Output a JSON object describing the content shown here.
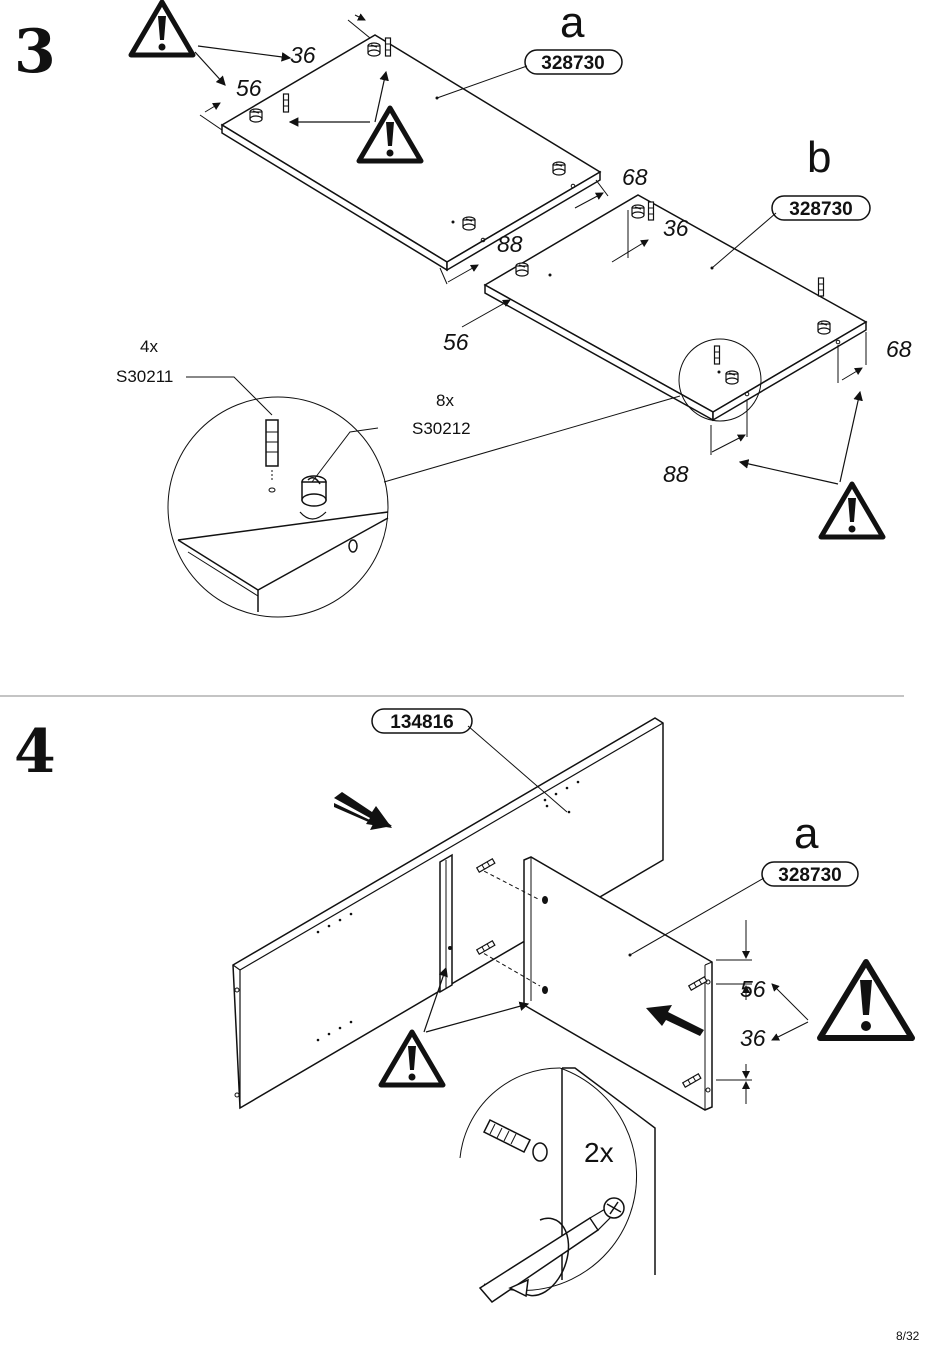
{
  "step3": {
    "number": "3",
    "panel_a": {
      "letter": "a",
      "part_no": "328730",
      "dim_36": "36",
      "dim_56": "56"
    },
    "panel_b": {
      "letter": "b",
      "part_no": "328730",
      "dim_68_top": "68",
      "dim_36": "36",
      "dim_88_top": "88",
      "dim_56": "56",
      "dim_68_right": "68",
      "dim_88_bottom": "88"
    },
    "hardware": [
      {
        "qty": "4x",
        "code": "S30211"
      },
      {
        "qty": "8x",
        "code": "S30212"
      }
    ]
  },
  "step4": {
    "number": "4",
    "back_panel_part_no": "134816",
    "side_panel": {
      "letter": "a",
      "part_no": "328730"
    },
    "dim_56": "56",
    "dim_36": "36",
    "detail_qty": "2x"
  },
  "page": {
    "number": "8/32"
  },
  "icons": [
    "warning-icon",
    "arrow-icon",
    "screwdriver-icon",
    "cam-lock-icon",
    "dowel-icon"
  ]
}
